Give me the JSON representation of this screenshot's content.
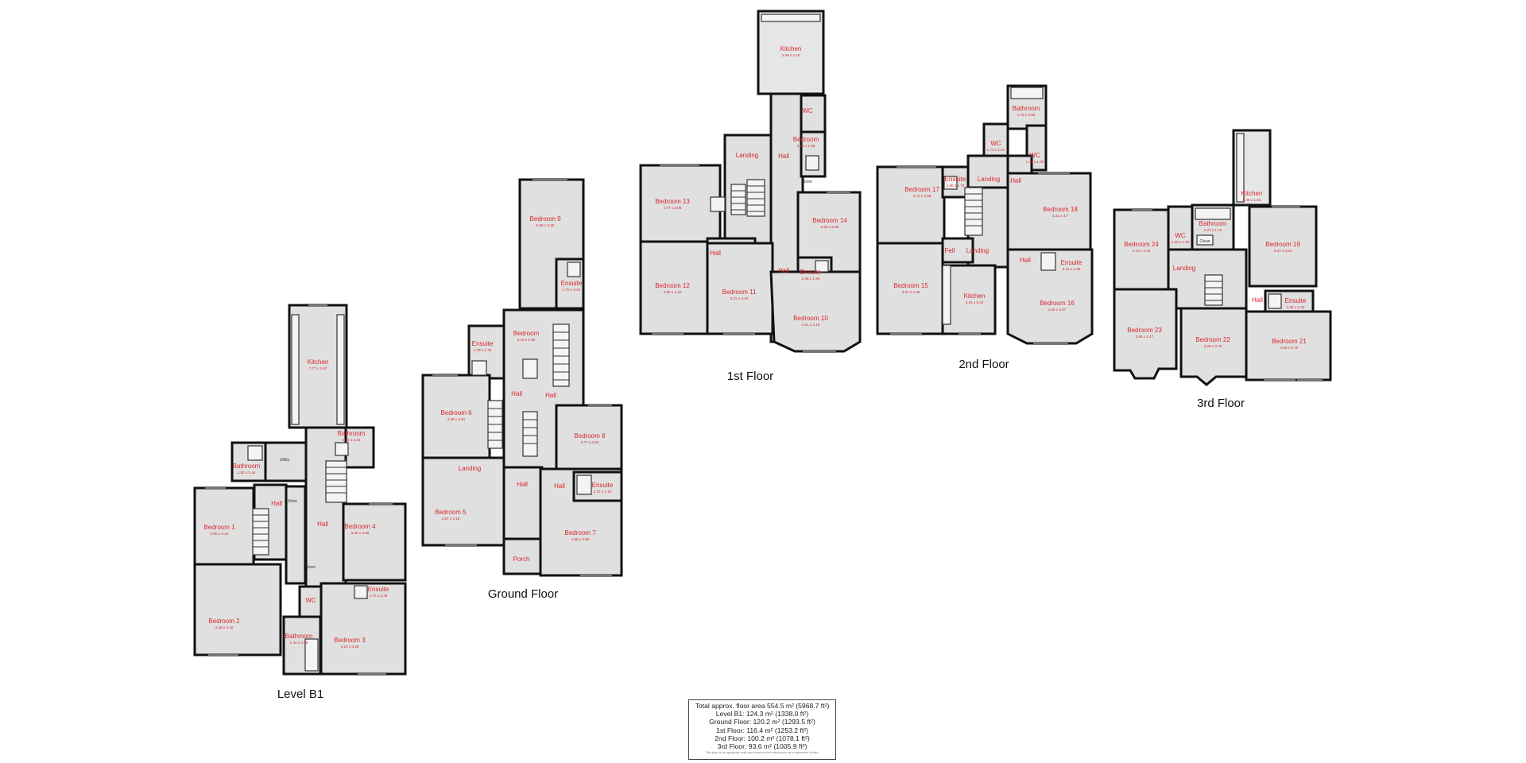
{
  "floors": [
    {
      "label": "Level B1",
      "rooms": [
        {
          "name": "Kitchen",
          "dims": "7.77 x 2.67"
        },
        {
          "name": "Bathroom",
          "dims": "2.09 x 2.44"
        },
        {
          "name": "Bathroom",
          "dims": "1.62 x 1.44"
        },
        {
          "name": "Bedroom 1",
          "dims": "3.90 x 3.44"
        },
        {
          "name": "Hall",
          "dims": ""
        },
        {
          "name": "Hall",
          "dims": ""
        },
        {
          "name": "Bedroom 4",
          "dims": "3.35 x 3.86"
        },
        {
          "name": "Bedroom 2",
          "dims": "4.29 x 4.18"
        },
        {
          "name": "WC",
          "dims": ""
        },
        {
          "name": "Ensuite",
          "dims": "1.72 x 2.36"
        },
        {
          "name": "Bathroom",
          "dims": "1.44 x 2.06"
        },
        {
          "name": "Bedroom 3",
          "dims": "4.10 x 4.35"
        }
      ]
    },
    {
      "label": "Ground Floor",
      "rooms": [
        {
          "name": "Bedroom 9",
          "dims": "6.68 x 3.30"
        },
        {
          "name": "Ensuite",
          "dims": "1.70 x 3.02"
        },
        {
          "name": "Ensuite",
          "dims": "1.78 x 1.70"
        },
        {
          "name": "Bedroom",
          "dims": "3.16 x 1.85"
        },
        {
          "name": "Hall",
          "dims": ""
        },
        {
          "name": "Hall",
          "dims": ""
        },
        {
          "name": "Bedroom 6",
          "dims": "3.38 x 4.81"
        },
        {
          "name": "Bedroom 8",
          "dims": "3.77 x 3.82"
        },
        {
          "name": "Landing",
          "dims": ""
        },
        {
          "name": "Hall",
          "dims": ""
        },
        {
          "name": "Hall",
          "dims": ""
        },
        {
          "name": "Ensuite",
          "dims": "2.27 x 1.10"
        },
        {
          "name": "Bedroom 5",
          "dims": "3.97 x 4.18"
        },
        {
          "name": "Bedroom 7",
          "dims": "4.85 x 3.90"
        },
        {
          "name": "Porch",
          "dims": ""
        }
      ]
    },
    {
      "label": "1st Floor",
      "rooms": [
        {
          "name": "Kitchen",
          "dims": "3.39 x 4.18"
        },
        {
          "name": "WC",
          "dims": ""
        },
        {
          "name": "Bedroom",
          "dims": "4.40 x 1.93"
        },
        {
          "name": "Landing",
          "dims": ""
        },
        {
          "name": "Hall",
          "dims": ""
        },
        {
          "name": "Bedroom 13",
          "dims": "3.77 x 3.08"
        },
        {
          "name": "Bedroom 14",
          "dims": "3.60 x 3.58"
        },
        {
          "name": "Hall",
          "dims": ""
        },
        {
          "name": "Hall",
          "dims": ""
        },
        {
          "name": "Ensuite",
          "dims": "2.36 x 1.85"
        },
        {
          "name": "Bedroom 12",
          "dims": "3.82 x 4.40"
        },
        {
          "name": "Bedroom 11",
          "dims": "3.72 x 4.43"
        },
        {
          "name": "Bedroom 10",
          "dims": "4.51 x 3.19"
        }
      ]
    },
    {
      "label": "2nd Floor",
      "rooms": [
        {
          "name": "Bathroom",
          "dims": "1.73 x 3.09"
        },
        {
          "name": "WC",
          "dims": "1.73 x 1.21"
        },
        {
          "name": "WC",
          "dims": "1.39 x 1.30"
        },
        {
          "name": "Bedroom 17",
          "dims": "3.71 x 3.58"
        },
        {
          "name": "Ensuite",
          "dims": "1.90 x 1.73"
        },
        {
          "name": "Landing",
          "dims": ""
        },
        {
          "name": "Hall",
          "dims": ""
        },
        {
          "name": "Bedroom 18",
          "dims": "3.31 x 3.7"
        },
        {
          "name": "Fell",
          "dims": ""
        },
        {
          "name": "Landing",
          "dims": ""
        },
        {
          "name": "Hall",
          "dims": ""
        },
        {
          "name": "Ensuite",
          "dims": "2.14 x 1.28"
        },
        {
          "name": "Bedroom 15",
          "dims": "3.87 x 4.49"
        },
        {
          "name": "Kitchen",
          "dims": "3.21 x 3.44"
        },
        {
          "name": "Bedroom 16",
          "dims": "4.40 x 3.87"
        }
      ]
    },
    {
      "label": "3rd Floor",
      "rooms": [
        {
          "name": "Kitchen",
          "dims": "5.46 x 1.63"
        },
        {
          "name": "Bedroom 24",
          "dims": "4.10 x 3.34"
        },
        {
          "name": "WC",
          "dims": "1.22 x 1.20"
        },
        {
          "name": "Bathroom",
          "dims": "2.27 x 1.70"
        },
        {
          "name": "Bedroom 19",
          "dims": "3.27 x 4.63"
        },
        {
          "name": "Landing",
          "dims": ""
        },
        {
          "name": "Hall",
          "dims": ""
        },
        {
          "name": "Ensuite",
          "dims": "1.36 x 1.32"
        },
        {
          "name": "Bedroom 23",
          "dims": "3.86 x 4.17"
        },
        {
          "name": "Bedroom 22",
          "dims": "3.26 x 3.76"
        },
        {
          "name": "Bedroom 21",
          "dims": "4.59 x 3.76"
        }
      ]
    }
  ],
  "fixtures": [
    "Utility",
    "Store",
    "Store",
    "Store",
    "Clean"
  ],
  "summary": {
    "lines": [
      "Total approx. floor area 554.5 m² (5968.7 ft²)",
      "Level B1: 124.3 m² (1338.0 ft²)",
      "Ground Floor: 120.2 m² (1293.5 ft²)",
      "1st Floor: 116.4 m² (1253.2 ft²)",
      "2nd Floor: 100.2 m² (1078.1 ft²)",
      "3rd Floor: 93.6 m² (1005.9 ft²)"
    ],
    "note": "This plan is for guidance only and must not be relied upon as a statement of fact."
  }
}
